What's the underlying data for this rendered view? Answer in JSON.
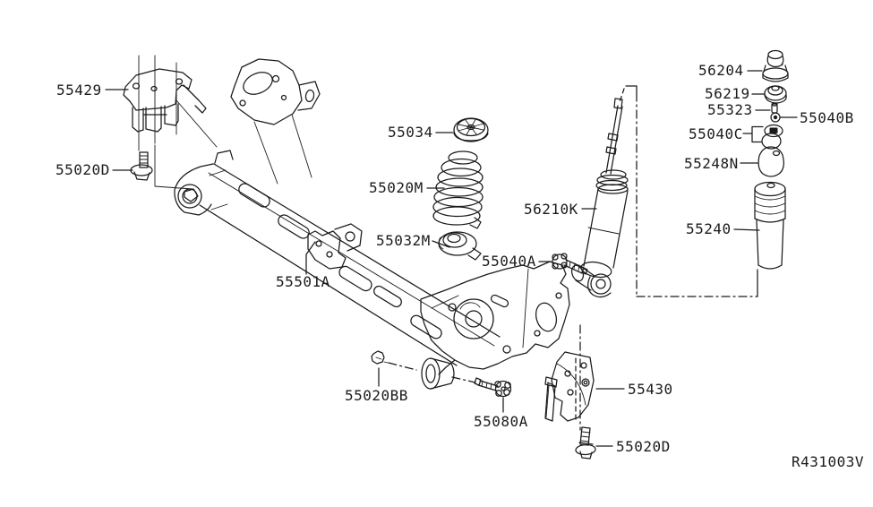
{
  "figure": {
    "kind": "exploded-parts-diagram",
    "reference_code": "R431003V"
  },
  "colors": {
    "background": "#ffffff",
    "ink": "#1b1b1b"
  },
  "callouts": [
    {
      "part_no": "55429"
    },
    {
      "part_no": "55020D"
    },
    {
      "part_no": "55034"
    },
    {
      "part_no": "55020M"
    },
    {
      "part_no": "55032M"
    },
    {
      "part_no": "55501A"
    },
    {
      "part_no": "56210K"
    },
    {
      "part_no": "55040A"
    },
    {
      "part_no": "56204"
    },
    {
      "part_no": "56219"
    },
    {
      "part_no": "55323"
    },
    {
      "part_no": "55040B"
    },
    {
      "part_no": "55040C"
    },
    {
      "part_no": "55248N"
    },
    {
      "part_no": "55240"
    },
    {
      "part_no": "55020BB"
    },
    {
      "part_no": "55080A"
    },
    {
      "part_no": "55430"
    },
    {
      "part_no": "55020D"
    }
  ]
}
